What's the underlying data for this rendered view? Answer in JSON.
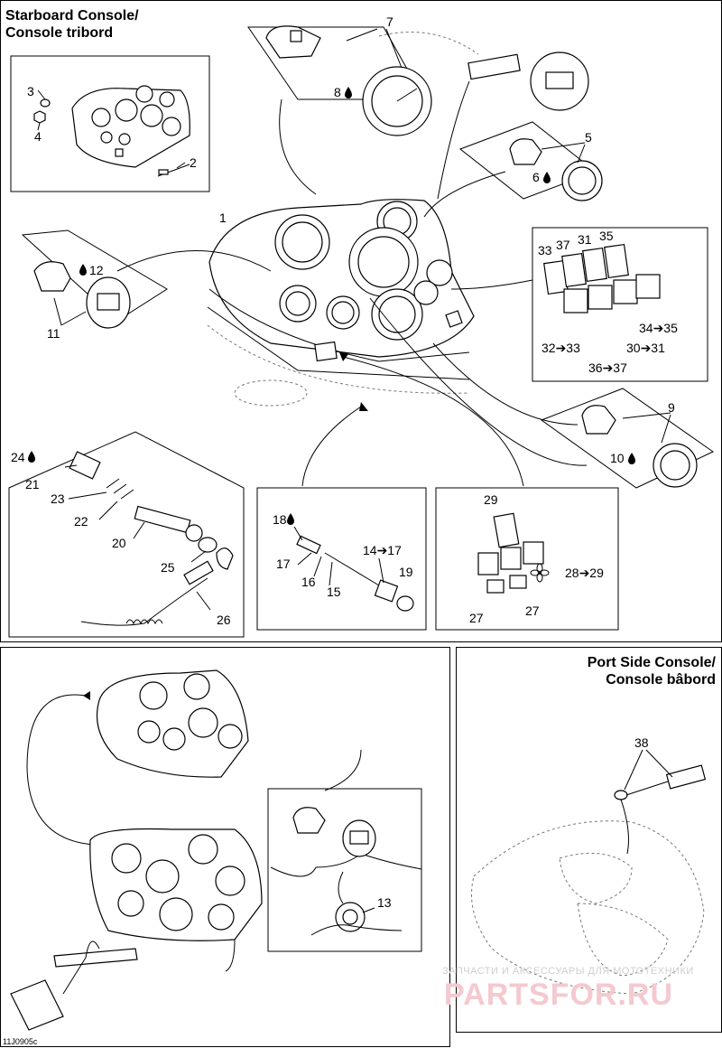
{
  "sections": {
    "starboard": {
      "title_line1": "Starboard Console/",
      "title_line2": "Console tribord"
    },
    "port": {
      "title_line1": "Port Side Console/",
      "title_line2": "Console bâbord"
    }
  },
  "callouts": {
    "c1": "1",
    "c2": "2",
    "c3": "3",
    "c4": "4",
    "c5": "5",
    "c6": "6",
    "c7": "7",
    "c8": "8",
    "c9": "9",
    "c10": "10",
    "c11": "11",
    "c12": "12",
    "c13": "13",
    "c14_17": "14➔17",
    "c15": "15",
    "c16": "16",
    "c17": "17",
    "c18": "18",
    "c19": "19",
    "c20": "20",
    "c21": "21",
    "c22": "22",
    "c23": "23",
    "c24": "24",
    "c25": "25",
    "c26": "26",
    "c27a": "27",
    "c27b": "27",
    "c28_29": "28➔29",
    "c29": "29",
    "c30_31": "30➔31",
    "c31": "31",
    "c32_33": "32➔33",
    "c33": "33",
    "c34_35": "34➔35",
    "c35": "35",
    "c36_37": "36➔37",
    "c37": "37",
    "c38": "38"
  },
  "figure_code": "11J0905c",
  "watermark": {
    "line1": "ЗАПЧАСТИ И АКСЕССУАРЫ ДЛЯ МОТОТЕХНИКИ",
    "line2": "PARTSFOR.RU"
  },
  "icons": {
    "drop": "oil-drop-icon",
    "fan": "fan-icon",
    "arrow": "right-arrow-icon"
  }
}
